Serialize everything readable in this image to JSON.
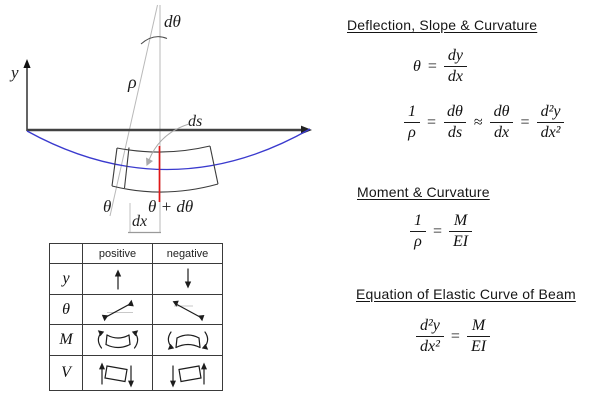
{
  "diagram": {
    "labels": {
      "d_theta": "dθ",
      "rho": "ρ",
      "ds": "ds",
      "y_axis": "y",
      "theta": "θ",
      "theta_plus_d_theta": "θ + dθ",
      "dx": "dx"
    },
    "colors": {
      "elastic_curve": "#3a3ace",
      "highlight_red": "#e01818",
      "beam_axis": "#424242",
      "construction_gray": "#b9b9b9"
    }
  },
  "sign_table": {
    "col_headers": [
      "positive",
      "negative"
    ],
    "rows": [
      {
        "label": "y",
        "positive_icon": "arrow-up",
        "negative_icon": "arrow-down"
      },
      {
        "label": "θ",
        "positive_icon": "slope-rotation-ccw",
        "negative_icon": "slope-rotation-cw"
      },
      {
        "label": "M",
        "positive_icon": "moment-sagging",
        "negative_icon": "moment-hogging"
      },
      {
        "label": "V",
        "positive_icon": "shear-positive",
        "negative_icon": "shear-negative"
      }
    ]
  },
  "sections": {
    "s1": {
      "title": "Deflection, Slope & Curvature",
      "eq_slope": {
        "lhs": "θ",
        "eq": "=",
        "num": "dy",
        "den": "dx"
      },
      "eq_curvature": {
        "f1n": "1",
        "f1d": "ρ",
        "eq1": "=",
        "f2n": "dθ",
        "f2d": "ds",
        "approx": "≈",
        "f3n": "dθ",
        "f3d": "dx",
        "eq2": "=",
        "f4n": "d²y",
        "f4d": "dx²"
      }
    },
    "s2": {
      "title": "Moment & Curvature",
      "eq": {
        "f1n": "1",
        "f1d": "ρ",
        "eq": "=",
        "f2n": "M",
        "f2d": "EI"
      }
    },
    "s3": {
      "title": "Equation of Elastic Curve of Beam",
      "eq": {
        "f1n": "d²y",
        "f1d": "dx²",
        "eq": "=",
        "f2n": "M",
        "f2d": "EI"
      }
    }
  }
}
